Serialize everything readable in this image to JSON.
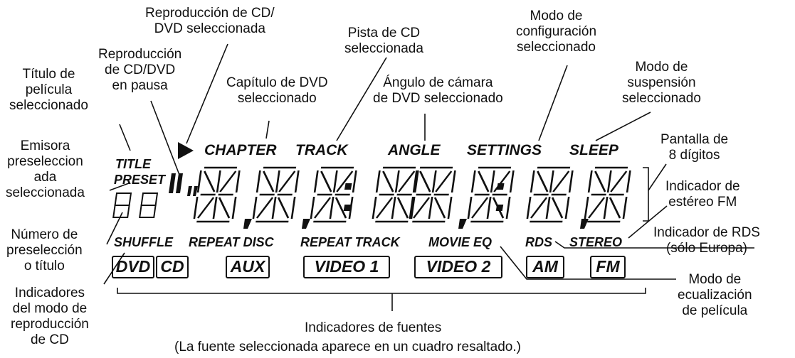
{
  "labels": {
    "cd_dvd_play": [
      "Reproducción de CD/",
      "DVD seleccionada"
    ],
    "cd_dvd_pause": [
      "Reproducción",
      "de CD/DVD",
      "en pausa"
    ],
    "movie_title": [
      "Título de",
      "película",
      "seleccionado"
    ],
    "dvd_chapter": [
      "Capítulo de DVD",
      "seleccionado"
    ],
    "cd_track": [
      "Pista de CD",
      "seleccionada"
    ],
    "camera_angle": [
      "Ángulo de cámara",
      "de DVD seleccionado"
    ],
    "settings_mode": [
      "Modo de",
      "configuración",
      "seleccionado"
    ],
    "sleep_mode": [
      "Modo de",
      "suspensión",
      "seleccionado"
    ],
    "preset_station": [
      "Emisora",
      "preseleccion",
      "ada",
      "seleccionada"
    ],
    "display_8_digit": [
      "Pantalla de",
      "8 dígitos"
    ],
    "fm_stereo": [
      "Indicador de",
      "estéreo FM"
    ],
    "preset_number": [
      "Número de",
      "preselección",
      "o título"
    ],
    "rds_indicator": [
      "Indicador de RDS",
      "(sólo Europa)"
    ],
    "cd_play_mode": [
      "Indicadores",
      "del modo de",
      "reproducción",
      "de CD"
    ],
    "movie_eq": [
      "Modo de",
      "ecualización",
      "de película"
    ],
    "source_indicators": "Indicadores de fuentes",
    "source_note": "(La fuente seleccionada aparece en un cuadro resaltado.)"
  },
  "display": {
    "title": "TITLE",
    "preset": "PRESET",
    "chapter": "CHAPTER",
    "track": "TRACK",
    "angle": "ANGLE",
    "settings": "SETTINGS",
    "sleep": "SLEEP",
    "shuffle": "SHUFFLE",
    "repeat_disc": "REPEAT DISC",
    "repeat_track": "REPEAT TRACK",
    "movie_eq": "MOVIE EQ",
    "rds": "RDS",
    "stereo": "STEREO"
  },
  "sources": [
    "DVD",
    "CD",
    "AUX",
    "VIDEO 1",
    "VIDEO 2",
    "AM",
    "FM"
  ],
  "icons": [
    "play-icon",
    "pause-icon",
    "segment-digit-icon"
  ]
}
